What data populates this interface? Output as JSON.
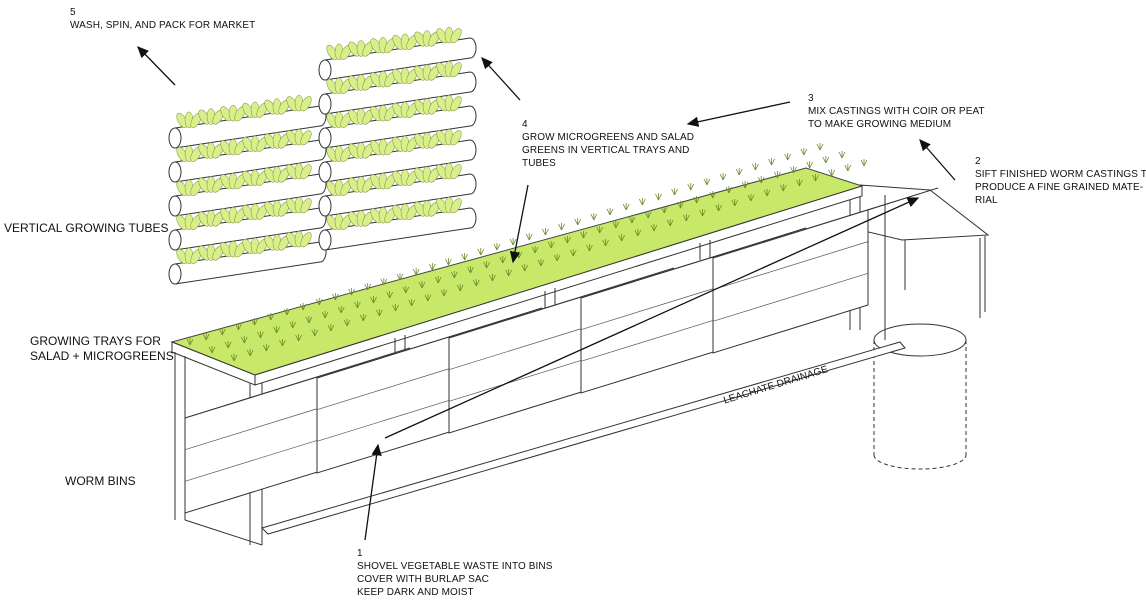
{
  "colors": {
    "greens": "#c8e86a",
    "leaf": "#d9f08a",
    "soil": "#a59f86",
    "line": "#222222"
  },
  "steps": [
    {
      "num": "5",
      "lines": [
        "WASH, SPIN, AND PACK FOR MARKET"
      ]
    },
    {
      "num": "4",
      "lines": [
        "GROW MICROGREENS AND SALAD",
        "GREENS IN VERTICAL TRAYS AND",
        "TUBES"
      ]
    },
    {
      "num": "3",
      "lines": [
        "MIX CASTINGS WITH COIR OR PEAT",
        "TO MAKE GROWING MEDIUM"
      ]
    },
    {
      "num": "2",
      "lines": [
        "SIFT FINISHED WORM CASTINGS TO",
        "PRODUCE A FINE GRAINED MATE-",
        "RIAL"
      ]
    },
    {
      "num": "1",
      "lines": [
        "SHOVEL VEGETABLE WASTE INTO BINS",
        "COVER WITH BURLAP SAC",
        "KEEP DARK AND MOIST"
      ]
    }
  ],
  "side_labels": {
    "tubes": "VERTICAL GROWING TUBES",
    "trays_1": "GROWING TRAYS FOR",
    "trays_2": "SALAD + MICROGREENS",
    "bins": "WORM BINS"
  },
  "leachate": "LEACHATE DRAINAGE"
}
